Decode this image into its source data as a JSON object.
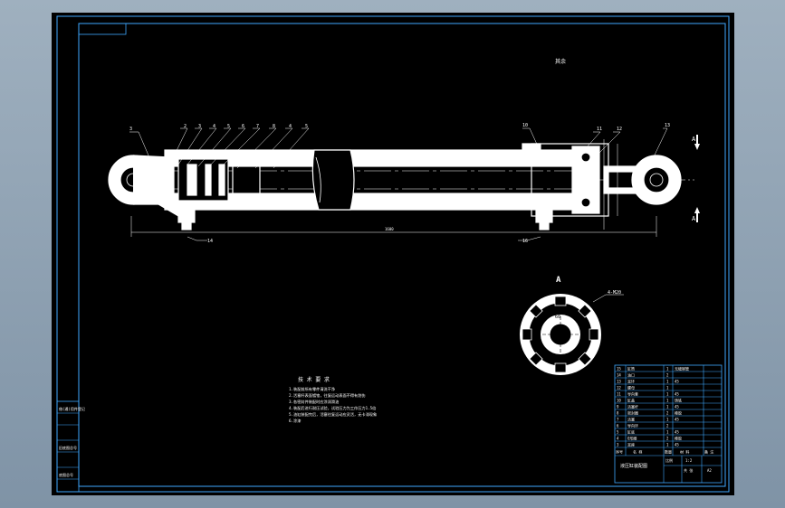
{
  "drawing": {
    "part_numbers_top": [
      "3",
      "2",
      "3",
      "4",
      "5",
      "6",
      "7",
      "8",
      "4",
      "5",
      "10",
      "11",
      "12",
      "13"
    ],
    "part_numbers_bottom": [
      "14",
      "16"
    ],
    "view_marker_top": "A",
    "section_label": "A",
    "dimension_note": "4-M20",
    "length_dim": "1600",
    "corner_note": "其余",
    "sec_inner_label": "60"
  },
  "notes": {
    "title": "技 术 要 求",
    "lines": [
      "1.装配前所有零件清洗干净",
      "2.活塞杆表面镀铬，往复运动表面不得有划伤",
      "3.各密封件装配时应涂润滑油",
      "4.装配后进行耐压试验，试验压力为工作压力1.5倍",
      "5.油缸装配完后，活塞往复运动应灵活，无卡滞现象",
      "6.涂漆"
    ]
  },
  "left_strip": {
    "cells": [
      "借(通)用件登记",
      "",
      "",
      "旧底图总号",
      "",
      "底图总号"
    ]
  },
  "title_block": {
    "rows": [
      {
        "no": "15",
        "name": "缸筒",
        "qty": "1",
        "mat": "无缝钢管"
      },
      {
        "no": "14",
        "name": "油口",
        "qty": "2",
        "mat": ""
      },
      {
        "no": "13",
        "name": "耳环",
        "qty": "1",
        "mat": "45"
      },
      {
        "no": "12",
        "name": "螺母",
        "qty": "1",
        "mat": ""
      },
      {
        "no": "11",
        "name": "导向套",
        "qty": "1",
        "mat": "45"
      },
      {
        "no": "10",
        "name": "缸盖",
        "qty": "1",
        "mat": "铸铁"
      },
      {
        "no": "9",
        "name": "活塞杆",
        "qty": "1",
        "mat": "45"
      },
      {
        "no": "8",
        "name": "密封圈",
        "qty": "2",
        "mat": "橡胶"
      },
      {
        "no": "7",
        "name": "活塞",
        "qty": "1",
        "mat": "45"
      },
      {
        "no": "6",
        "name": "导向环",
        "qty": "2",
        "mat": ""
      },
      {
        "no": "5",
        "name": "缸底",
        "qty": "1",
        "mat": "45"
      },
      {
        "no": "4",
        "name": "O形圈",
        "qty": "2",
        "mat": "橡胶"
      },
      {
        "no": "3",
        "name": "耳座",
        "qty": "1",
        "mat": "45"
      }
    ],
    "header": {
      "no": "序号",
      "name": "名 称",
      "qty": "数量",
      "mat": "材 料",
      "remark": "备 注"
    },
    "title": "液压缸装配图",
    "scale_label": "比例",
    "scale": "1:2",
    "sheet_label": "共 张",
    "sheet_no": "A2"
  }
}
